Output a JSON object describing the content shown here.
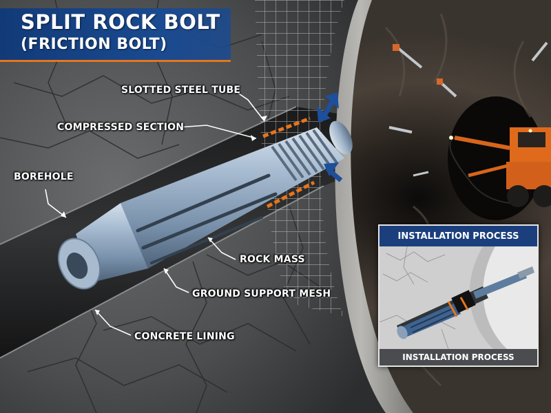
{
  "title": {
    "line1": "SPLIT ROCK BOLT",
    "line2": "(FRICTION BOLT)"
  },
  "labels": {
    "slotted_steel_tube": "SLOTTED STEEL TUBE",
    "compressed_section": "COMPRESSED SECTION",
    "borehole": "BOREHOLE",
    "rock_mass": "ROCK MASS",
    "ground_support_mesh": "GROUND SUPPORT MESH",
    "concrete_lining": "CONCRETE LINING"
  },
  "inset": {
    "header": "INSTALLATION PROCESS",
    "footer": "INSTALLATION PROCESS"
  },
  "colors": {
    "title_bg": "#1a4a90",
    "accent_orange": "#e8751a",
    "bolt_steel": "#8fa6bf",
    "arrow_blue": "#1d4f9a",
    "rock_gray": "#4d4f50"
  }
}
